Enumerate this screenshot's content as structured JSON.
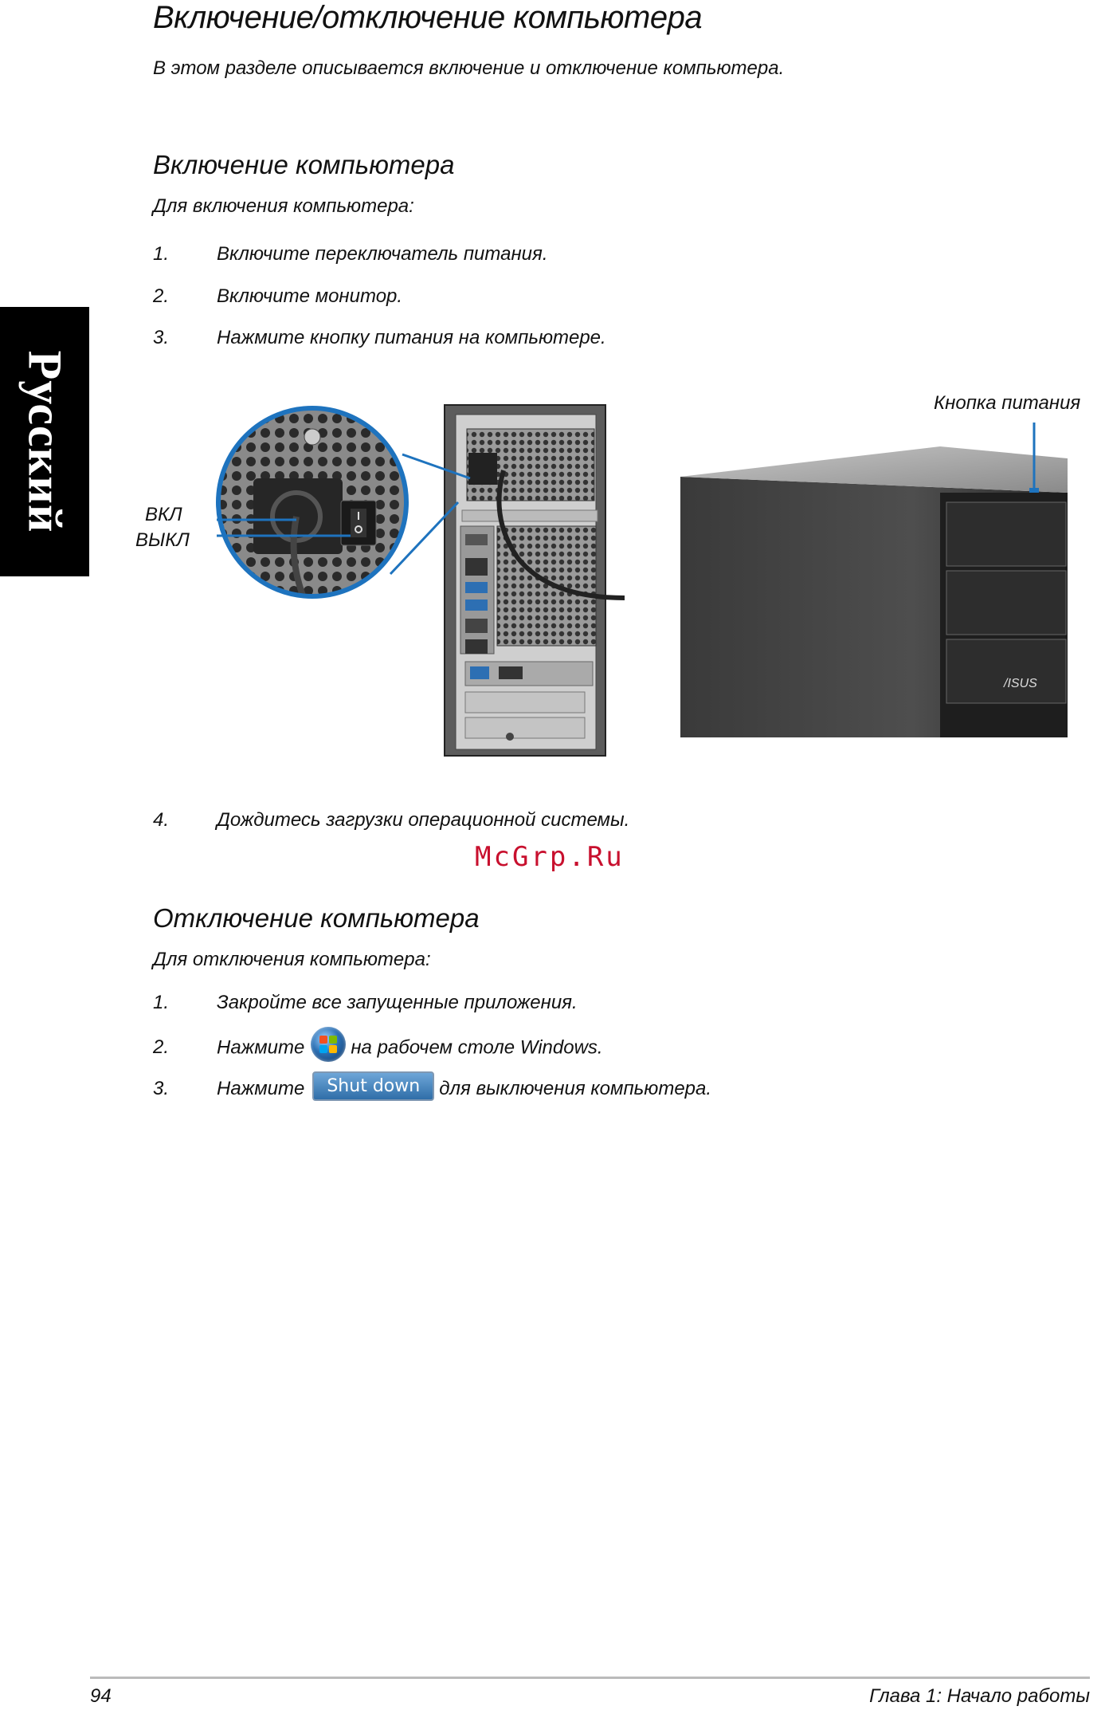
{
  "side_tab": "Русский",
  "title": "Включение/отключение компьютера",
  "intro": "В этом разделе описывается включение и отключение компьютера.",
  "power_on": {
    "heading": "Включение компьютера",
    "subtitle": "Для включения компьютера:",
    "steps": [
      {
        "num": "1.",
        "text": "Включите переключатель питания."
      },
      {
        "num": "2.",
        "text": "Включите монитор."
      },
      {
        "num": "3.",
        "text": "Нажмите кнопку питания на компьютере."
      }
    ],
    "step4": {
      "num": "4.",
      "text": "Дождитесь загрузки операционной системы."
    }
  },
  "figure": {
    "label_on": "ВКЛ",
    "label_off": "ВЫКЛ",
    "label_power_button": "Кнопка питания",
    "brand_logo": "/ISUS"
  },
  "watermark": "McGrp.Ru",
  "power_off": {
    "heading": "Отключение компьютера",
    "subtitle": "Для отключения компьютера:",
    "step1": {
      "num": "1.",
      "text": "Закройте все запущенные приложения."
    },
    "step2": {
      "num": "2.",
      "before": "Нажмите",
      "after": "на рабочем столе Windows."
    },
    "step3": {
      "num": "3.",
      "before": "Нажмите",
      "button": "Shut down",
      "after": "для выключения компьютера."
    }
  },
  "footer": {
    "page_number": "94",
    "chapter": "Глава 1: Начало работы"
  },
  "colors": {
    "accent_blue": "#1e73be",
    "watermark_red": "#c8102e"
  }
}
